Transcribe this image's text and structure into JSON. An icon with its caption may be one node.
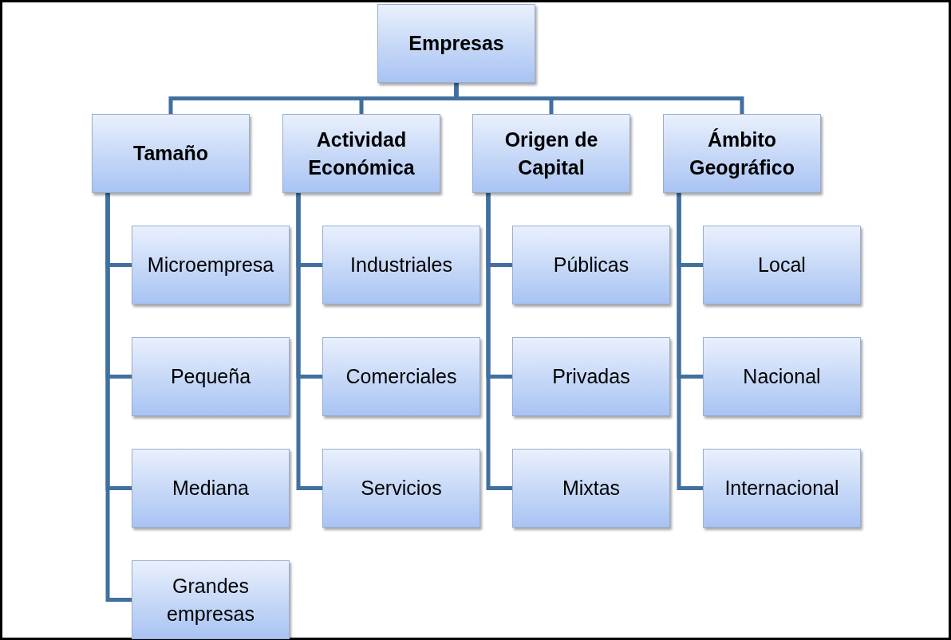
{
  "diagram": {
    "nodes": [
      {
        "text": [
          "Empresas"
        ]
      },
      {
        "text": [
          "Tamaño"
        ]
      },
      {
        "text": [
          "Actividad Económica"
        ]
      },
      {
        "text": [
          "Origen de Capital"
        ]
      },
      {
        "text": [
          "Ámbito Geográfico"
        ]
      },
      {
        "text": [
          "Microempresa"
        ]
      },
      {
        "text": [
          "Pequeña"
        ]
      },
      {
        "text": [
          "Mediana"
        ]
      },
      {
        "text": [
          "Grandes empresas"
        ]
      },
      {
        "text": [
          "Industriales"
        ]
      },
      {
        "text": [
          "Comerciales"
        ]
      },
      {
        "text": [
          "Servicios"
        ]
      },
      {
        "text": [
          "Públicas"
        ]
      },
      {
        "text": [
          "Privadas"
        ]
      },
      {
        "text": [
          "Mixtas"
        ]
      },
      {
        "text": [
          "Local"
        ]
      },
      {
        "text": [
          "Nacional"
        ]
      },
      {
        "text": [
          "Internacional"
        ]
      }
    ],
    "edges": [
      {
        "from": 0,
        "to": 1,
        "arrow": "none"
      },
      {
        "from": 0,
        "to": 2,
        "arrow": "none"
      },
      {
        "from": 0,
        "to": 3,
        "arrow": "none"
      },
      {
        "from": 0,
        "to": 4,
        "arrow": "none"
      },
      {
        "from": 1,
        "to": 5,
        "arrow": "none"
      },
      {
        "from": 1,
        "to": 6,
        "arrow": "none"
      },
      {
        "from": 1,
        "to": 7,
        "arrow": "none"
      },
      {
        "from": 1,
        "to": 8,
        "arrow": "none"
      },
      {
        "from": 2,
        "to": 9,
        "arrow": "none"
      },
      {
        "from": 2,
        "to": 10,
        "arrow": "none"
      },
      {
        "from": 2,
        "to": 11,
        "arrow": "none"
      },
      {
        "from": 3,
        "to": 12,
        "arrow": "none"
      },
      {
        "from": 3,
        "to": 13,
        "arrow": "none"
      },
      {
        "from": 3,
        "to": 14,
        "arrow": "none"
      },
      {
        "from": 4,
        "to": 15,
        "arrow": "none"
      },
      {
        "from": 4,
        "to": 16,
        "arrow": "none"
      },
      {
        "from": 4,
        "to": 17,
        "arrow": "none"
      }
    ]
  }
}
